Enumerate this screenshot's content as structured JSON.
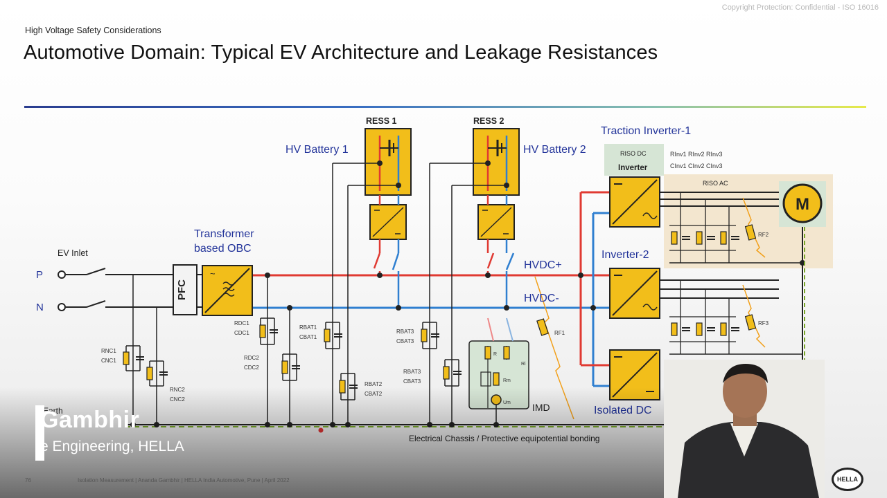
{
  "header": {
    "copyright": "Copyright Protection: Confidential - ISO 16016",
    "kicker": "High Voltage Safety Considerations",
    "title": "Automotive Domain: Typical EV Architecture and Leakage Resistances"
  },
  "diagram": {
    "ev_inlet": "EV Inlet",
    "terminal_p": "P",
    "terminal_n": "N",
    "earth": "Earth",
    "pfc": "PFC",
    "transformer_label_1": "Transformer",
    "transformer_label_2": "based OBC",
    "ress1": "RESS 1",
    "ress2": "RESS 2",
    "hv_battery_1": "HV Battery 1",
    "hv_battery_2": "HV Battery 2",
    "hvdc_plus": "HVDC+",
    "hvdc_minus": "HVDC-",
    "traction_inverter": "Traction Inverter-1",
    "inverter_2": "Inverter-2",
    "isolated_dc": "Isolated DC",
    "imd": "IMD",
    "inverter_box_label": "Inverter",
    "riso_dc": "RISO DC",
    "riso_ac": "RISO AC",
    "motor": "M",
    "chassis": "Electrical Chassis / Protective equipotential bonding",
    "r_nc1": "RNC1",
    "c_nc1": "CNC1",
    "r_nc2": "RNC2",
    "c_nc2": "CNC2",
    "r_dc1": "RDC1",
    "c_dc1": "CDC1",
    "r_dc2": "RDC2",
    "c_dc2": "CDC2",
    "r_bat1": "RBAT1",
    "c_bat1": "CBAT1",
    "r_bat2": "RBAT2",
    "c_bat2": "CBAT2",
    "r_bat3": "RBAT3",
    "c_bat3": "CBAT3",
    "r_bat4": "RBAT3",
    "c_bat4": "CBAT3",
    "r_inv_row1": "RInv1 RInv2 RInv3",
    "c_inv_row1": "CInv1 CInv2 CInv3",
    "r_f1": "RF1",
    "r_f2": "RF2",
    "r_f3": "RF3",
    "imd_r": "R",
    "imd_rm": "Rm",
    "imd_ri": "Ri",
    "imd_um": "Um"
  },
  "presenter": {
    "name": "Gambhir",
    "role": "e Engineering, HELLA"
  },
  "footer": {
    "page": "76",
    "text": "Isolation Measurement | Ananda Gambhir | HELLA India Automotive, Pune | April 2022"
  },
  "logo": "HELLA",
  "colors": {
    "hv_plus": "#e03a32",
    "hv_minus": "#2f7fd0",
    "converter": "#f2be1a",
    "ground": "#7aa82a",
    "label_blue": "#23349a",
    "ac_panel": "#f3e6cf",
    "inverter_panel": "#d6e5d5"
  }
}
